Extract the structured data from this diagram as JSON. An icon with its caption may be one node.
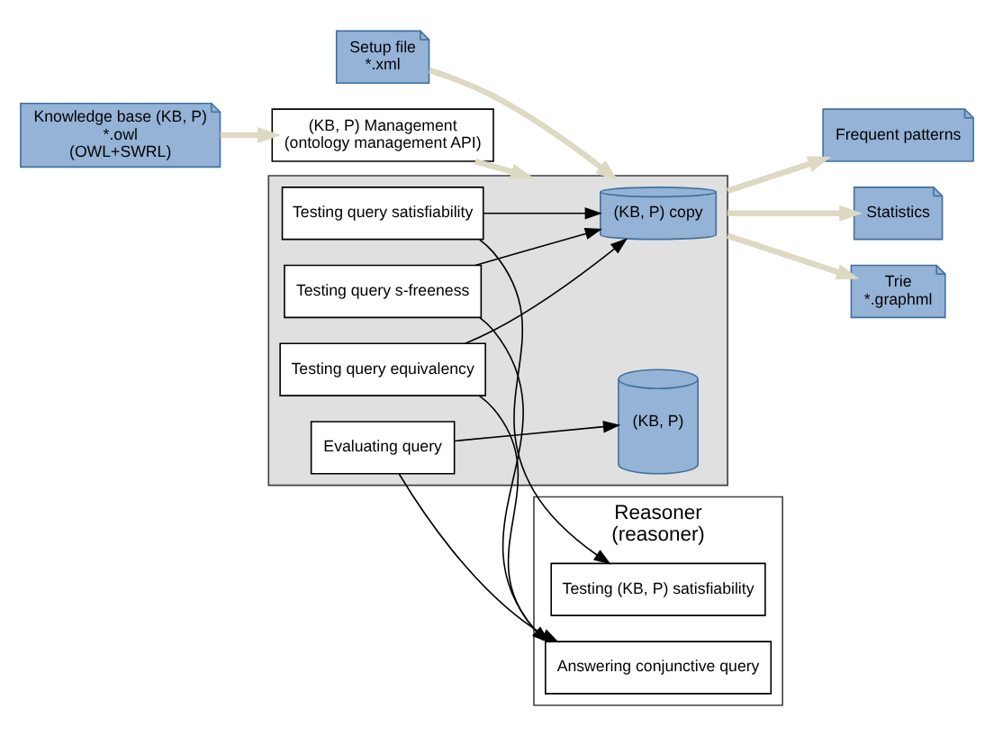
{
  "diagram": {
    "nodes": [
      {
        "text": [],
        "shape": "box"
      },
      {
        "text": [
          "(KB, P) copy"
        ],
        "in": 0
      },
      {
        "text": [
          "(KB, P)"
        ],
        "in": 0
      },
      {
        "text": [
          "Testing query satisfiability"
        ],
        "in": 0
      },
      {
        "text": [
          "Testing query s-freeness"
        ],
        "in": 0
      },
      {
        "text": [
          "Testing query equivalency"
        ],
        "in": 0
      },
      {
        "text": [
          "Evaluating query"
        ],
        "in": 0
      },
      {
        "text": [
          "Setup file",
          "*.xml"
        ]
      },
      {
        "text": [
          "(KB, P) Management",
          "(ontology management API)"
        ]
      },
      {
        "text": [
          "Knowledge base (KB, P)",
          "*.owl",
          "(OWL+SWRL)"
        ]
      },
      {
        "text": [
          "Frequent patterns"
        ]
      },
      {
        "text": [
          "Statistics"
        ]
      },
      {
        "text": [
          "Trie",
          "*.graphml"
        ]
      },
      {
        "text": [
          "Reasoner",
          "(reasoner)"
        ]
      },
      {
        "text": [
          "Testing (KB, P) satisfiability"
        ],
        "in": 13
      },
      {
        "text": [
          "Answering conjunctive query"
        ],
        "in": 13
      }
    ],
    "edges": [
      {
        "from": 7,
        "to": 0,
        "arrow": "to",
        "style": "thick",
        "color": "#ddd9c3"
      },
      {
        "from": 8,
        "to": 0,
        "arrow": "to",
        "style": "thick",
        "color": "#ddd9c3"
      },
      {
        "from": 9,
        "to": 8,
        "arrow": "to",
        "style": "thick",
        "color": "#ddd9c3"
      },
      {
        "from": 0,
        "to": 10,
        "arrow": "to",
        "style": "thick",
        "color": "#ddd9c3"
      },
      {
        "from": 0,
        "to": 11,
        "arrow": "to",
        "style": "thick",
        "color": "#ddd9c3"
      },
      {
        "from": 0,
        "to": 12,
        "arrow": "to",
        "style": "thick",
        "color": "#ddd9c3"
      },
      {
        "from": 3,
        "to": 1,
        "arrow": "to"
      },
      {
        "from": 4,
        "to": 1,
        "arrow": "to"
      },
      {
        "from": 5,
        "to": 1,
        "arrow": "to"
      },
      {
        "from": 6,
        "to": 2,
        "arrow": "to"
      },
      {
        "from": 3,
        "to": 14,
        "arrow": "to"
      },
      {
        "from": 4,
        "to": 15,
        "arrow": "to"
      },
      {
        "from": 5,
        "to": 15,
        "arrow": "to"
      },
      {
        "from": 6,
        "to": 15,
        "arrow": "to"
      }
    ]
  }
}
